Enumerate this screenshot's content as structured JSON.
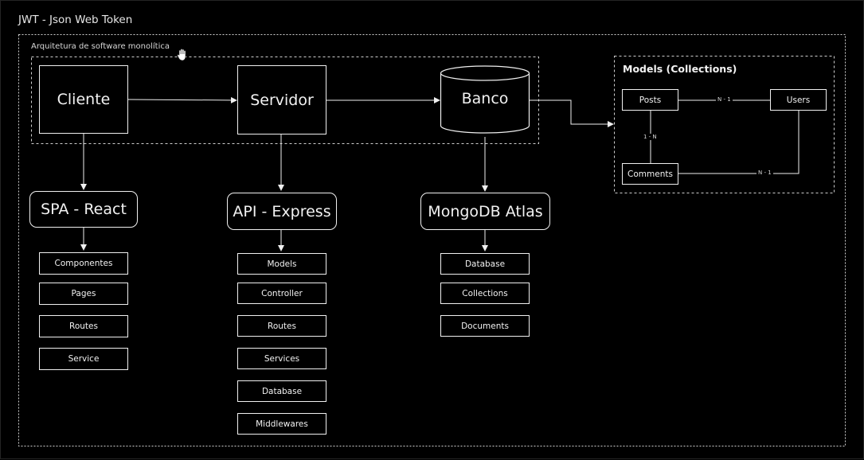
{
  "board": {
    "title": "JWT - Json Web Token",
    "frame_label": "Arquitetura de software monolítica"
  },
  "tiers": {
    "client": "Cliente",
    "server": "Servidor",
    "database": "Banco"
  },
  "frameworks": {
    "client": "SPA - React",
    "server": "API - Express",
    "database": "MongoDB Atlas"
  },
  "client_items": [
    "Componentes",
    "Pages",
    "Routes",
    "Service"
  ],
  "server_items": [
    "Models",
    "Controller",
    "Routes",
    "Services",
    "Database",
    "Middlewares"
  ],
  "database_items": [
    "Database",
    "Collections",
    "Documents"
  ],
  "models": {
    "title": "Models (Collections)",
    "posts": "Posts",
    "users": "Users",
    "comments": "Comments",
    "rel_posts_users": "N - 1",
    "rel_posts_comments": "1 - N",
    "rel_comments_users": "N - 1"
  },
  "icons": {
    "cursor": "hand-cursor-icon"
  },
  "colors": {
    "background": "#000000",
    "stroke": "#f0f0f0",
    "text": "#f2f2f2"
  }
}
